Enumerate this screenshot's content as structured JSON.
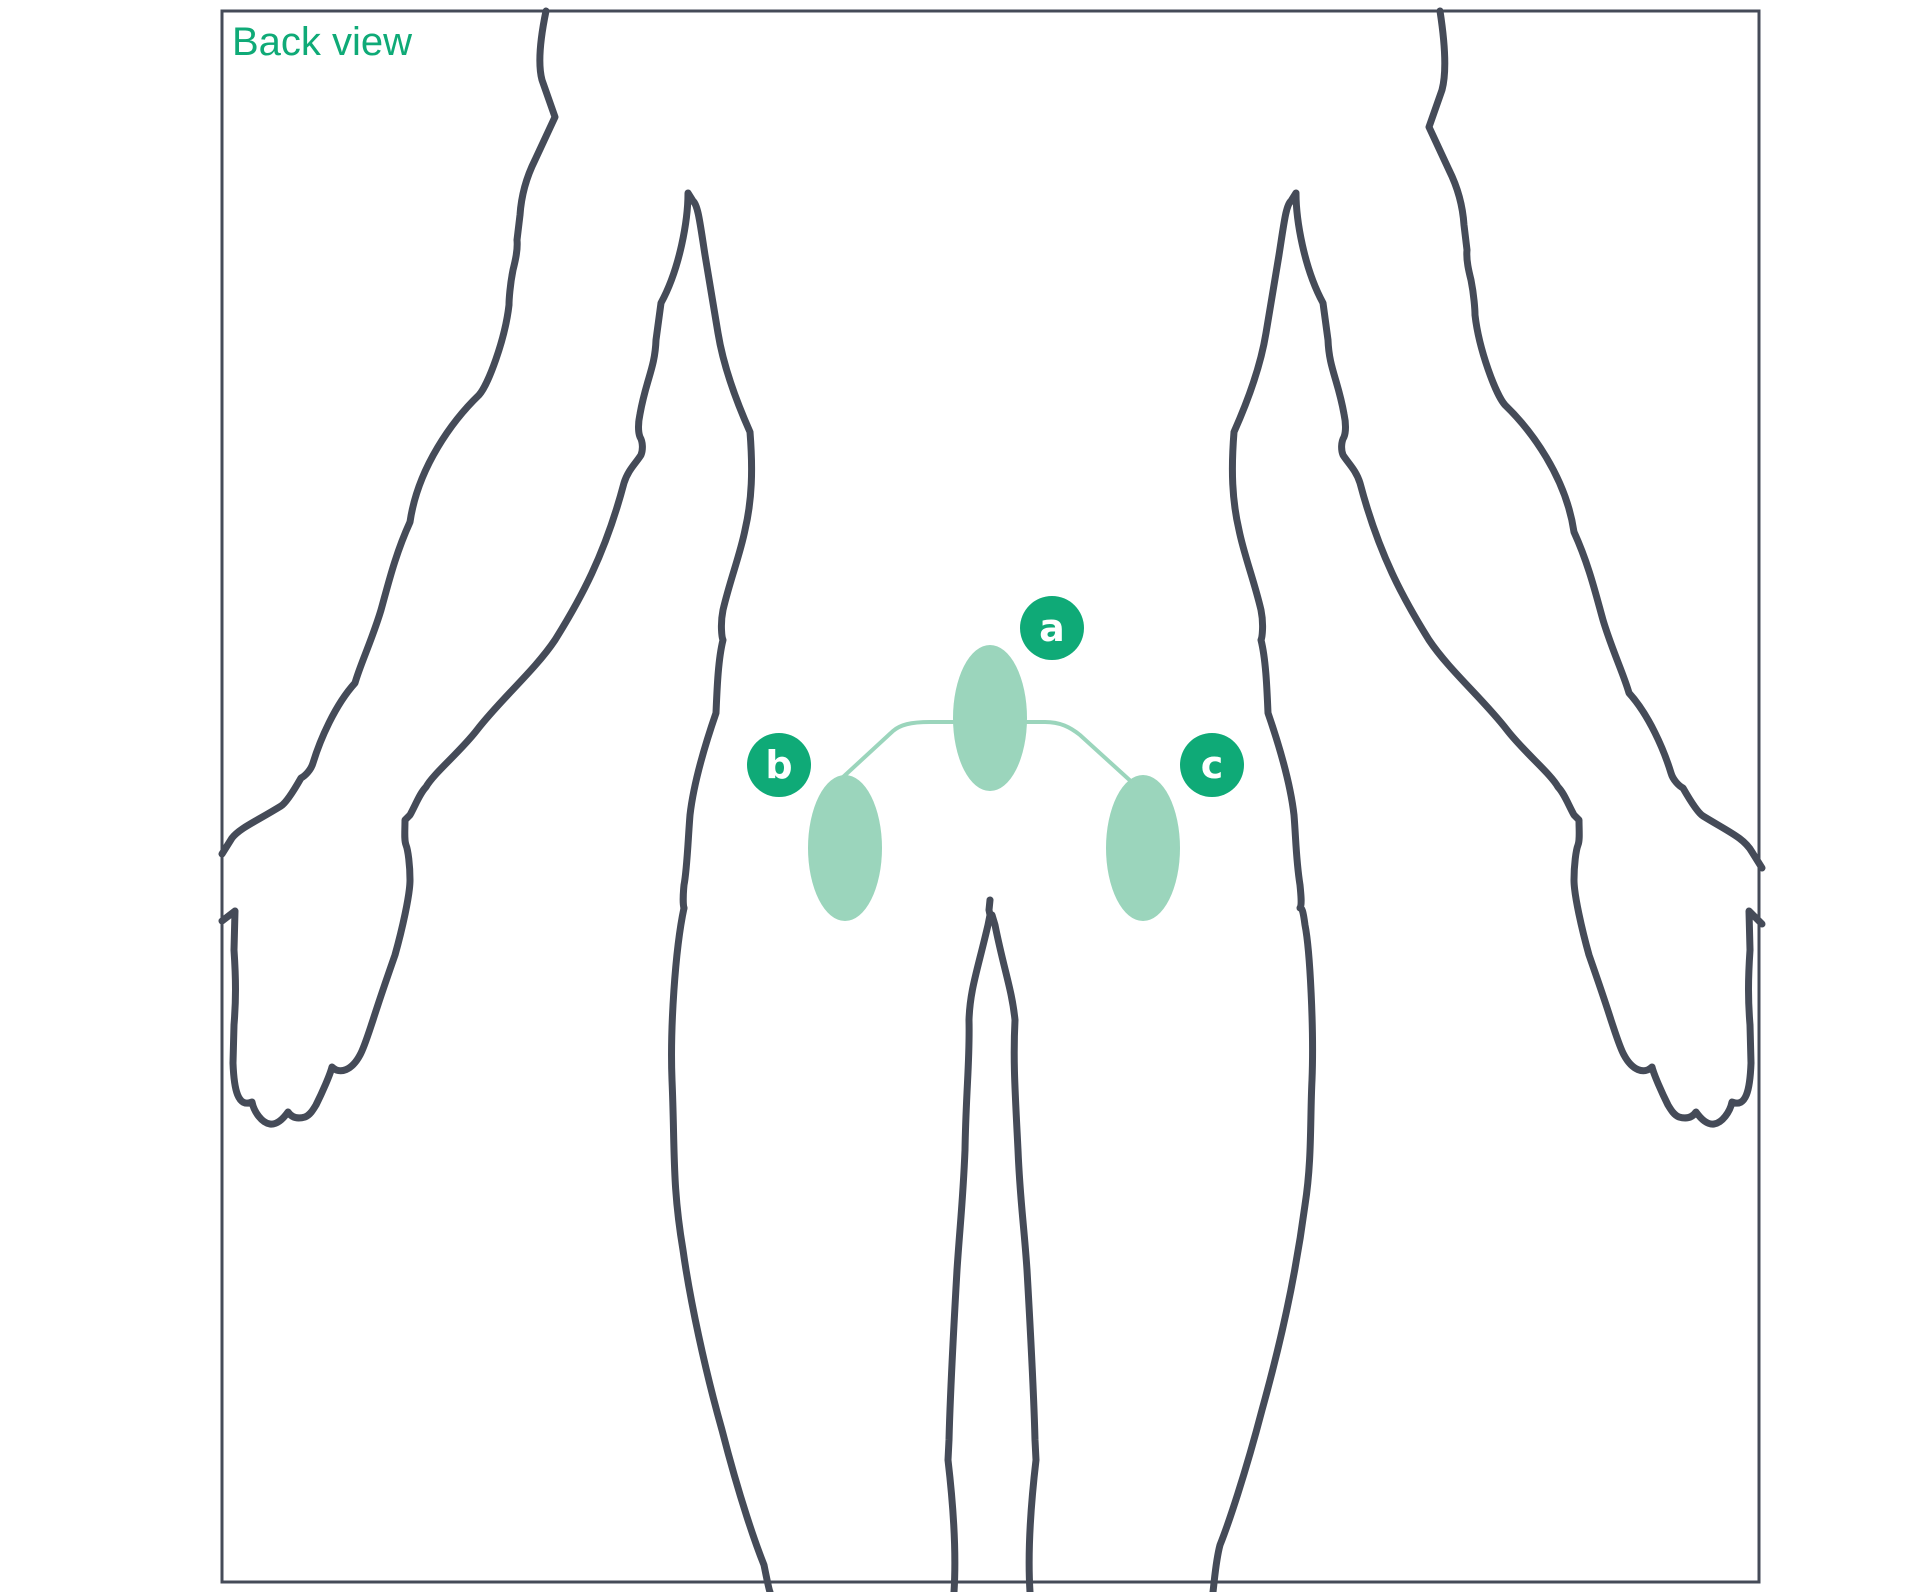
{
  "view_label": "Back view",
  "colors": {
    "outline": "#454b58",
    "accent": "#0faa77",
    "region_fill": "#9bd5bc",
    "background": "#ffffff"
  },
  "markers": [
    {
      "id": "a",
      "label": "a"
    },
    {
      "id": "b",
      "label": "b"
    },
    {
      "id": "c",
      "label": "c"
    }
  ]
}
